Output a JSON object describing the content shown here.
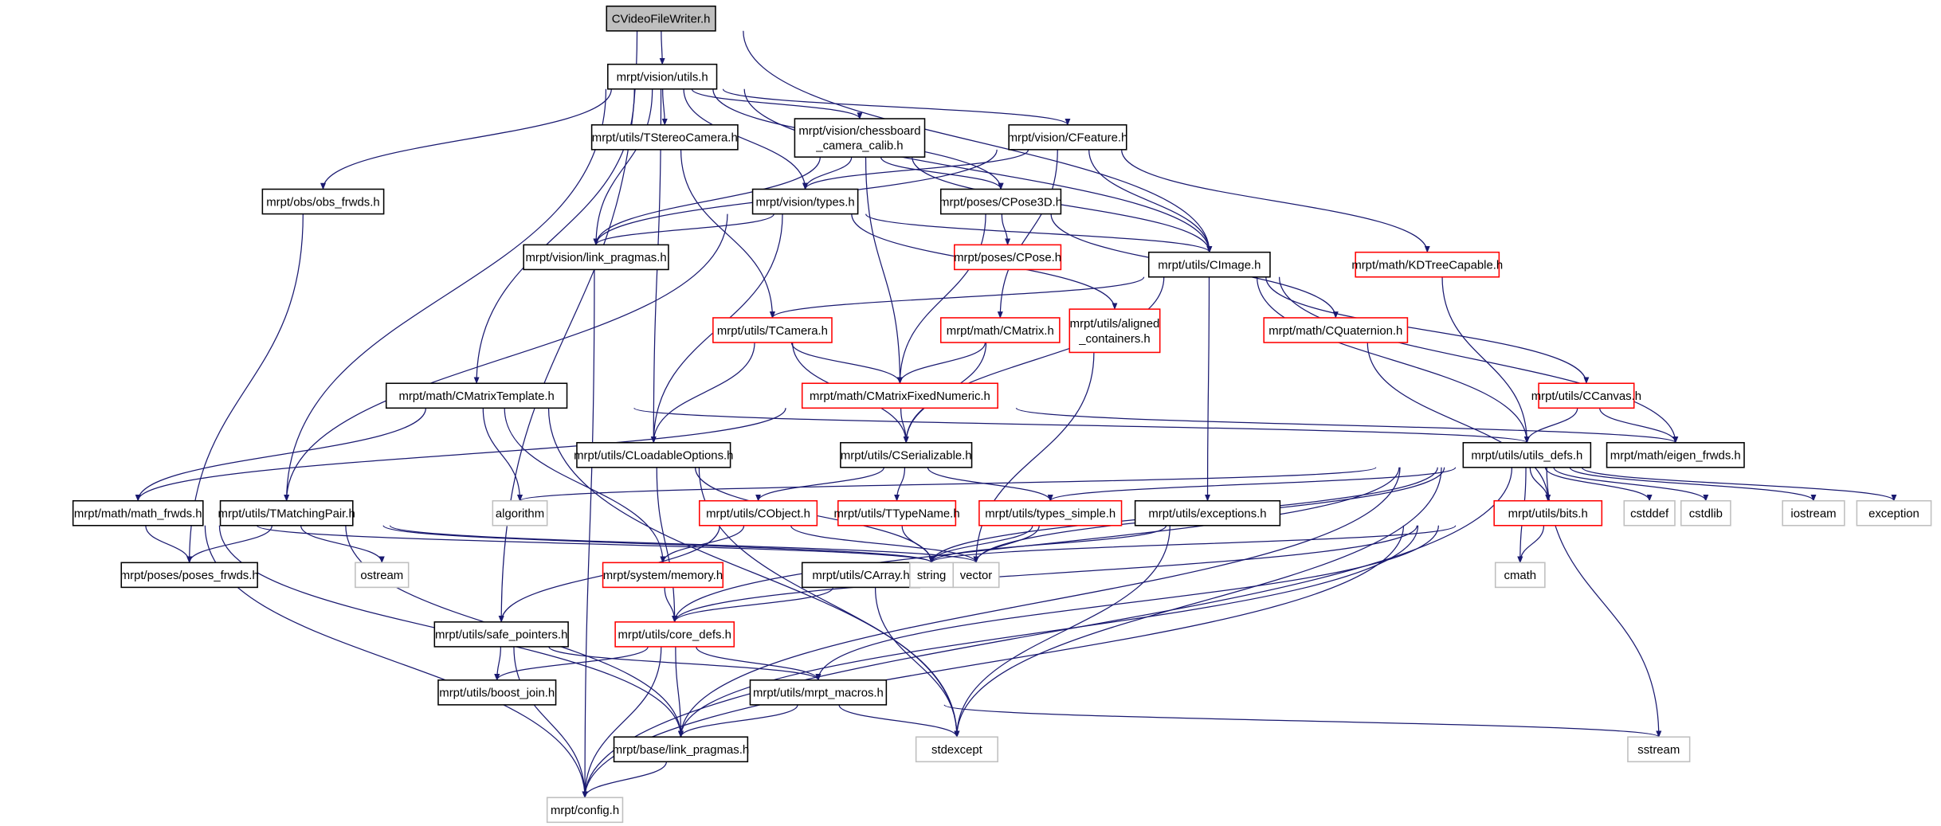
{
  "title": "CVideoFileWriter.h",
  "colors": {
    "edge": "#191970",
    "root_fill": "#bfbfbf",
    "incomplete_border": "#ff0000",
    "system_border": "#bfbfbf"
  },
  "nodes": [
    {
      "id": "root",
      "lines": [
        "CVideoFileWriter.h"
      ],
      "kind": "root"
    },
    {
      "id": "vutils",
      "lines": [
        "mrpt/vision/utils.h"
      ],
      "kind": "normal"
    },
    {
      "id": "tstereo",
      "lines": [
        "mrpt/utils/TStereoCamera.h"
      ],
      "kind": "normal"
    },
    {
      "id": "chess",
      "lines": [
        "mrpt/vision/chessboard",
        "_camera_calib.h"
      ],
      "kind": "normal"
    },
    {
      "id": "cfeature",
      "lines": [
        "mrpt/vision/CFeature.h"
      ],
      "kind": "normal"
    },
    {
      "id": "obsfrwds",
      "lines": [
        "mrpt/obs/obs_frwds.h"
      ],
      "kind": "normal"
    },
    {
      "id": "vtypes",
      "lines": [
        "mrpt/vision/types.h"
      ],
      "kind": "normal"
    },
    {
      "id": "cpose3d",
      "lines": [
        "mrpt/poses/CPose3D.h"
      ],
      "kind": "normal"
    },
    {
      "id": "vlink",
      "lines": [
        "mrpt/vision/link_pragmas.h"
      ],
      "kind": "normal"
    },
    {
      "id": "cpose",
      "lines": [
        "mrpt/poses/CPose.h"
      ],
      "kind": "red"
    },
    {
      "id": "cimage",
      "lines": [
        "mrpt/utils/CImage.h"
      ],
      "kind": "normal"
    },
    {
      "id": "kdtree",
      "lines": [
        "mrpt/math/KDTreeCapable.h"
      ],
      "kind": "red"
    },
    {
      "id": "tcamera",
      "lines": [
        "mrpt/utils/TCamera.h"
      ],
      "kind": "red"
    },
    {
      "id": "cmatrix",
      "lines": [
        "mrpt/math/CMatrix.h"
      ],
      "kind": "red"
    },
    {
      "id": "aligned",
      "lines": [
        "mrpt/utils/aligned",
        "_containers.h"
      ],
      "kind": "red"
    },
    {
      "id": "cquat",
      "lines": [
        "mrpt/math/CQuaternion.h"
      ],
      "kind": "red"
    },
    {
      "id": "cmtemplate",
      "lines": [
        "mrpt/math/CMatrixTemplate.h"
      ],
      "kind": "normal"
    },
    {
      "id": "cmfixed",
      "lines": [
        "mrpt/math/CMatrixFixedNumeric.h"
      ],
      "kind": "red"
    },
    {
      "id": "ccanvas",
      "lines": [
        "mrpt/utils/CCanvas.h"
      ],
      "kind": "red"
    },
    {
      "id": "cloadable",
      "lines": [
        "mrpt/utils/CLoadableOptions.h"
      ],
      "kind": "normal"
    },
    {
      "id": "cserial",
      "lines": [
        "mrpt/utils/CSerializable.h"
      ],
      "kind": "normal"
    },
    {
      "id": "utilsdefs",
      "lines": [
        "mrpt/utils/utils_defs.h"
      ],
      "kind": "normal"
    },
    {
      "id": "eigenfrwds",
      "lines": [
        "mrpt/math/eigen_frwds.h"
      ],
      "kind": "normal"
    },
    {
      "id": "mathfrwds",
      "lines": [
        "mrpt/math/math_frwds.h"
      ],
      "kind": "normal"
    },
    {
      "id": "tmatching",
      "lines": [
        "mrpt/utils/TMatchingPair.h"
      ],
      "kind": "normal"
    },
    {
      "id": "algorithm",
      "lines": [
        "algorithm"
      ],
      "kind": "gray"
    },
    {
      "id": "cobject",
      "lines": [
        "mrpt/utils/CObject.h"
      ],
      "kind": "red"
    },
    {
      "id": "ttypename",
      "lines": [
        "mrpt/utils/TTypeName.h"
      ],
      "kind": "red"
    },
    {
      "id": "typessimple",
      "lines": [
        "mrpt/utils/types_simple.h"
      ],
      "kind": "red"
    },
    {
      "id": "exceptions",
      "lines": [
        "mrpt/utils/exceptions.h"
      ],
      "kind": "normal"
    },
    {
      "id": "bits",
      "lines": [
        "mrpt/utils/bits.h"
      ],
      "kind": "red"
    },
    {
      "id": "cstddef",
      "lines": [
        "cstddef"
      ],
      "kind": "gray"
    },
    {
      "id": "cstdlib",
      "lines": [
        "cstdlib"
      ],
      "kind": "gray"
    },
    {
      "id": "iostream",
      "lines": [
        "iostream"
      ],
      "kind": "gray"
    },
    {
      "id": "exception",
      "lines": [
        "exception"
      ],
      "kind": "gray"
    },
    {
      "id": "posesfrwds",
      "lines": [
        "mrpt/poses/poses_frwds.h"
      ],
      "kind": "normal"
    },
    {
      "id": "ostream",
      "lines": [
        "ostream"
      ],
      "kind": "gray"
    },
    {
      "id": "memory",
      "lines": [
        "mrpt/system/memory.h"
      ],
      "kind": "red"
    },
    {
      "id": "carray",
      "lines": [
        "mrpt/utils/CArray.h"
      ],
      "kind": "normal"
    },
    {
      "id": "string",
      "lines": [
        "string"
      ],
      "kind": "gray"
    },
    {
      "id": "vector",
      "lines": [
        "vector"
      ],
      "kind": "gray"
    },
    {
      "id": "cmath",
      "lines": [
        "cmath"
      ],
      "kind": "gray"
    },
    {
      "id": "safeptr",
      "lines": [
        "mrpt/utils/safe_pointers.h"
      ],
      "kind": "normal"
    },
    {
      "id": "coredefs",
      "lines": [
        "mrpt/utils/core_defs.h"
      ],
      "kind": "red"
    },
    {
      "id": "boostjoin",
      "lines": [
        "mrpt/utils/boost_join.h"
      ],
      "kind": "normal"
    },
    {
      "id": "macros",
      "lines": [
        "mrpt/utils/mrpt_macros.h"
      ],
      "kind": "normal"
    },
    {
      "id": "stdexcept",
      "lines": [
        "stdexcept"
      ],
      "kind": "gray"
    },
    {
      "id": "sstream",
      "lines": [
        "sstream"
      ],
      "kind": "gray"
    },
    {
      "id": "blink",
      "lines": [
        "mrpt/base/link_pragmas.h"
      ],
      "kind": "normal"
    },
    {
      "id": "config",
      "lines": [
        "mrpt/config.h"
      ],
      "kind": "gray"
    }
  ],
  "edges": [
    [
      "root",
      "vutils"
    ],
    [
      "root",
      "safeptr"
    ],
    [
      "root",
      "cimage"
    ],
    [
      "vutils",
      "tstereo"
    ],
    [
      "vutils",
      "chess"
    ],
    [
      "vutils",
      "cfeature"
    ],
    [
      "vutils",
      "obsfrwds"
    ],
    [
      "vutils",
      "vtypes"
    ],
    [
      "vutils",
      "cpose3d"
    ],
    [
      "vutils",
      "vlink"
    ],
    [
      "vutils",
      "cimage"
    ],
    [
      "vutils",
      "cmtemplate"
    ],
    [
      "vutils",
      "cloadable"
    ],
    [
      "vutils",
      "tmatching"
    ],
    [
      "tstereo",
      "tcamera"
    ],
    [
      "chess",
      "vlink"
    ],
    [
      "chess",
      "vtypes"
    ],
    [
      "chess",
      "cpose3d"
    ],
    [
      "chess",
      "cimage"
    ],
    [
      "chess",
      "cmfixed"
    ],
    [
      "cfeature",
      "vtypes"
    ],
    [
      "cfeature",
      "vlink"
    ],
    [
      "cfeature",
      "cimage"
    ],
    [
      "cfeature",
      "cmatrix"
    ],
    [
      "cfeature",
      "kdtree"
    ],
    [
      "obsfrwds",
      "posesfrwds"
    ],
    [
      "vtypes",
      "vlink"
    ],
    [
      "vtypes",
      "cimage"
    ],
    [
      "vtypes",
      "cloadable"
    ],
    [
      "vtypes",
      "tmatching"
    ],
    [
      "vtypes",
      "aligned"
    ],
    [
      "cpose3d",
      "cpose"
    ],
    [
      "cpose3d",
      "cmfixed"
    ],
    [
      "cpose3d",
      "cquat"
    ],
    [
      "vlink",
      "config"
    ],
    [
      "cimage",
      "tcamera"
    ],
    [
      "cimage",
      "cserial"
    ],
    [
      "cimage",
      "exceptions"
    ],
    [
      "cimage",
      "utilsdefs"
    ],
    [
      "cimage",
      "ccanvas"
    ],
    [
      "cimage",
      "eigenfrwds"
    ],
    [
      "kdtree",
      "utilsdefs"
    ],
    [
      "tcamera",
      "cloadable"
    ],
    [
      "tcamera",
      "cserial"
    ],
    [
      "tcamera",
      "cmfixed"
    ],
    [
      "cmatrix",
      "cmfixed"
    ],
    [
      "cmatrix",
      "cserial"
    ],
    [
      "aligned",
      "vector"
    ],
    [
      "cquat",
      "bits"
    ],
    [
      "cmtemplate",
      "mathfrwds"
    ],
    [
      "cmtemplate",
      "algorithm"
    ],
    [
      "cmtemplate",
      "memory"
    ],
    [
      "cmtemplate",
      "utilsdefs"
    ],
    [
      "cmtemplate",
      "stdexcept"
    ],
    [
      "cmfixed",
      "cserial"
    ],
    [
      "cmfixed",
      "eigenfrwds"
    ],
    [
      "cmfixed",
      "mathfrwds"
    ],
    [
      "ccanvas",
      "utilsdefs"
    ],
    [
      "ccanvas",
      "eigenfrwds"
    ],
    [
      "cloadable",
      "coredefs"
    ],
    [
      "cloadable",
      "string"
    ],
    [
      "cloadable",
      "stdexcept"
    ],
    [
      "cserial",
      "cobject"
    ],
    [
      "cserial",
      "ttypename"
    ],
    [
      "cserial",
      "typessimple"
    ],
    [
      "utilsdefs",
      "algorithm"
    ],
    [
      "utilsdefs",
      "typessimple"
    ],
    [
      "utilsdefs",
      "bits"
    ],
    [
      "utilsdefs",
      "cstddef"
    ],
    [
      "utilsdefs",
      "cstdlib"
    ],
    [
      "utilsdefs",
      "iostream"
    ],
    [
      "utilsdefs",
      "exception"
    ],
    [
      "utilsdefs",
      "cmath"
    ],
    [
      "utilsdefs",
      "sstream"
    ],
    [
      "utilsdefs",
      "vector"
    ],
    [
      "utilsdefs",
      "string"
    ],
    [
      "utilsdefs",
      "coredefs"
    ],
    [
      "utilsdefs",
      "stdexcept"
    ],
    [
      "utilsdefs",
      "blink"
    ],
    [
      "eigenfrwds",
      "config"
    ],
    [
      "mathfrwds",
      "posesfrwds"
    ],
    [
      "mathfrwds",
      "config"
    ],
    [
      "mathfrwds",
      "blink"
    ],
    [
      "mathfrwds",
      "string"
    ],
    [
      "tmatching",
      "posesfrwds"
    ],
    [
      "tmatching",
      "ostream"
    ],
    [
      "tmatching",
      "string"
    ],
    [
      "tmatching",
      "vector"
    ],
    [
      "tmatching",
      "blink"
    ],
    [
      "cobject",
      "memory"
    ],
    [
      "cobject",
      "safeptr"
    ],
    [
      "cobject",
      "vector"
    ],
    [
      "ttypename",
      "string"
    ],
    [
      "typessimple",
      "string"
    ],
    [
      "typessimple",
      "vector"
    ],
    [
      "exceptions",
      "string"
    ],
    [
      "exceptions",
      "stdexcept"
    ],
    [
      "bits",
      "string"
    ],
    [
      "bits",
      "cmath"
    ],
    [
      "bits",
      "coredefs"
    ],
    [
      "bits",
      "macros"
    ],
    [
      "bits",
      "blink"
    ],
    [
      "bits",
      "config"
    ],
    [
      "memory",
      "coredefs"
    ],
    [
      "carray",
      "coredefs"
    ],
    [
      "carray",
      "stdexcept"
    ],
    [
      "safeptr",
      "boostjoin"
    ],
    [
      "safeptr",
      "macros"
    ],
    [
      "safeptr",
      "config"
    ],
    [
      "coredefs",
      "boostjoin"
    ],
    [
      "coredefs",
      "macros"
    ],
    [
      "coredefs",
      "blink"
    ],
    [
      "coredefs",
      "config"
    ],
    [
      "macros",
      "blink"
    ],
    [
      "macros",
      "stdexcept"
    ],
    [
      "macros",
      "sstream"
    ],
    [
      "blink",
      "config"
    ]
  ]
}
